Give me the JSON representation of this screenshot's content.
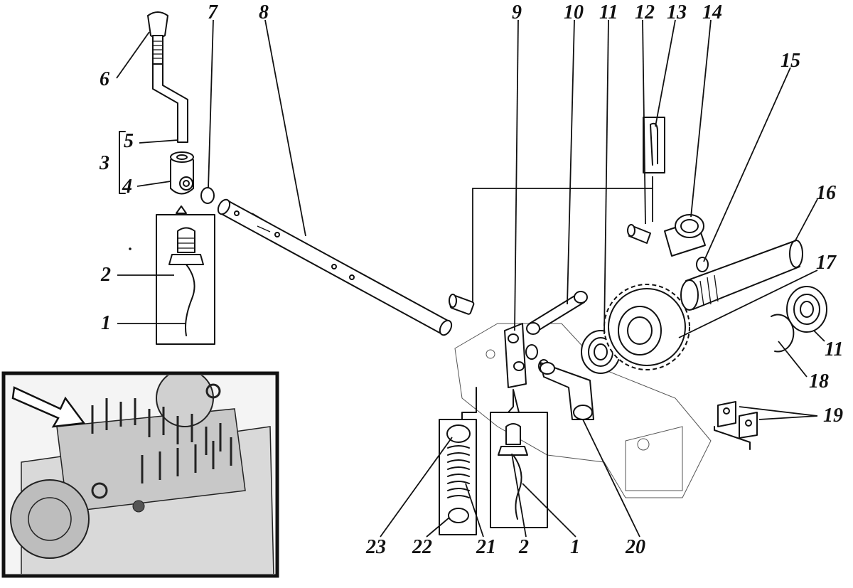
{
  "diagram": {
    "callouts": [
      "1",
      "2",
      "3",
      "4",
      "5",
      "6",
      "7",
      "8",
      "9",
      "10",
      "11",
      "12",
      "13",
      "14",
      "15",
      "16",
      "17",
      "18",
      "19",
      "20",
      "21",
      "22",
      "23"
    ]
  },
  "colors": {
    "ink": "#111111",
    "paper": "#ffffff",
    "shade": "#cfcfcf"
  }
}
